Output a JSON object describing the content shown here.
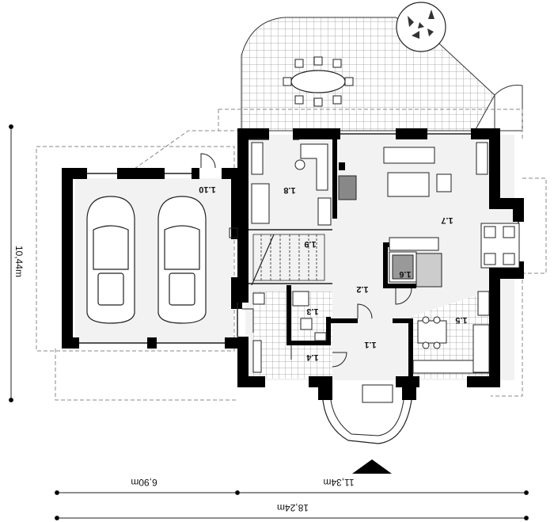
{
  "rooms": {
    "r11": "1.1",
    "r12": "1.2",
    "r13": "1.3",
    "r14": "1.4",
    "r15": "1.5",
    "r16": "1.6",
    "r17": "1.7",
    "r18": "1.8",
    "r19": "1.9",
    "r110": "1.10"
  },
  "dimensions": {
    "left_width": "6,90m",
    "right_width": "11,34m",
    "total_width": "18,24m",
    "depth": "10,44m"
  },
  "colors": {
    "wall": "#000000",
    "floor": "#f2f2f2",
    "tile_line": "#555555",
    "dashed": "#888888"
  }
}
